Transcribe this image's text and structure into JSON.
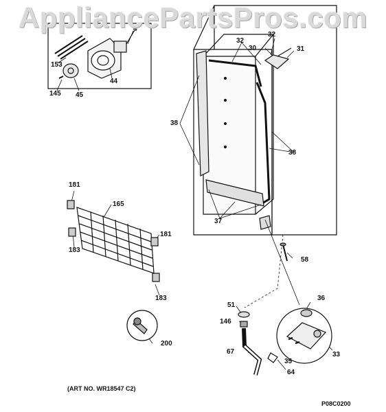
{
  "watermark": "AppliancePartsPros.com",
  "art_number": "(ART NO. WR18547 C2)",
  "figure_code": "P08C0200",
  "callouts": {
    "c4": "4",
    "c153": "153",
    "c44": "44",
    "c145": "145",
    "c45": "45",
    "c32a": "32",
    "c32b": "32",
    "c30": "30",
    "c31": "31",
    "c38a": "38",
    "c38b": "38",
    "c181a": "181",
    "c165": "165",
    "c181b": "181",
    "c183a": "183",
    "c183b": "183",
    "c37": "37",
    "c58": "58",
    "c51": "51",
    "c36": "36",
    "c146": "146",
    "c200": "200",
    "c67": "67",
    "c35": "35",
    "c33": "33",
    "c64": "64"
  }
}
